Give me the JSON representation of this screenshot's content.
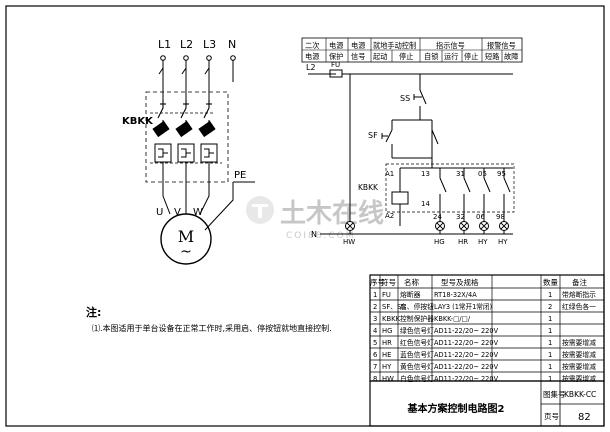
{
  "motor_circuit": {
    "phases": [
      "L1",
      "L2",
      "L3",
      "N"
    ],
    "breaker_label": "KBKK",
    "pe_label": "PE",
    "terminals": [
      "U",
      "V",
      "W"
    ],
    "motor_symbol": "M",
    "motor_tilde": "~"
  },
  "control_header": {
    "top": [
      "二次",
      "电源",
      "电源",
      "就地手动控制",
      "",
      "指示信号",
      "",
      "报警信号",
      ""
    ],
    "bottom": [
      "电源",
      "保护",
      "信号",
      "起动",
      "停止",
      "自锁",
      "运行",
      "停止",
      "短路",
      "故障"
    ],
    "row1": [
      "二次",
      "电源",
      "电源",
      "就地手动控制",
      "指示信号",
      "报警信号"
    ],
    "row2": [
      "电源",
      "保护",
      "信号",
      "起动",
      "停止",
      "自锁",
      "运行",
      "停止",
      "短路",
      "故障"
    ]
  },
  "control_labels": {
    "l2": "L2",
    "fu": "FU",
    "ss": "SS",
    "sf": "SF",
    "kbkk": "KBKK",
    "a1": "A1",
    "a2": "A2",
    "n_line": "N",
    "t13": "13",
    "t14": "14",
    "t31": "31",
    "t05": "05",
    "t95": "95",
    "t24": "24",
    "t32": "32",
    "t06": "06",
    "t98": "98",
    "lamps": [
      "HW",
      "HG",
      "HR",
      "HY",
      "HY"
    ]
  },
  "notes": {
    "title": "注:",
    "line1": "⑴.本图适用于单台设备在正常工作时,采用启、停按钮就地直接控制."
  },
  "parts_table": {
    "headers": [
      "序号",
      "符号",
      "名称",
      "型号及规格",
      "数量",
      "备注"
    ],
    "rows": [
      [
        "1",
        "FU",
        "熔断器",
        "RT18-32X/4A",
        "1",
        "带熔断指示"
      ],
      [
        "2",
        "SF、SS",
        "启、停按钮",
        "LAY3 (1常开1常闭)",
        "2",
        "红绿色各一"
      ],
      [
        "3",
        "KBKK",
        "控制保护器",
        "KBKK-□/□/",
        "1",
        ""
      ],
      [
        "4",
        "HG",
        "绿色信号灯",
        "AD11-22/20~ 220V",
        "1",
        ""
      ],
      [
        "5",
        "HR",
        "红色信号灯",
        "AD11-22/20~ 220V",
        "1",
        "按需要增减"
      ],
      [
        "6",
        "HE",
        "蓝色信号灯",
        "AD11-22/20~ 220V",
        "1",
        "按需要增减"
      ],
      [
        "7",
        "HY",
        "黄色信号灯",
        "AD11-22/20~ 220V",
        "1",
        "按需要增减"
      ],
      [
        "8",
        "HW",
        "白色信号灯",
        "AD11-22/20~ 220V",
        "1",
        "按需要增减"
      ]
    ]
  },
  "title_block": {
    "drawing_title": "基本方案控制电路图2",
    "atlas_label": "图集号",
    "atlas_value": "KBKK-CC",
    "page_label": "页号",
    "page_value": "82"
  },
  "watermark": {
    "cn": "土木在线",
    "en": "COI88.COM"
  }
}
